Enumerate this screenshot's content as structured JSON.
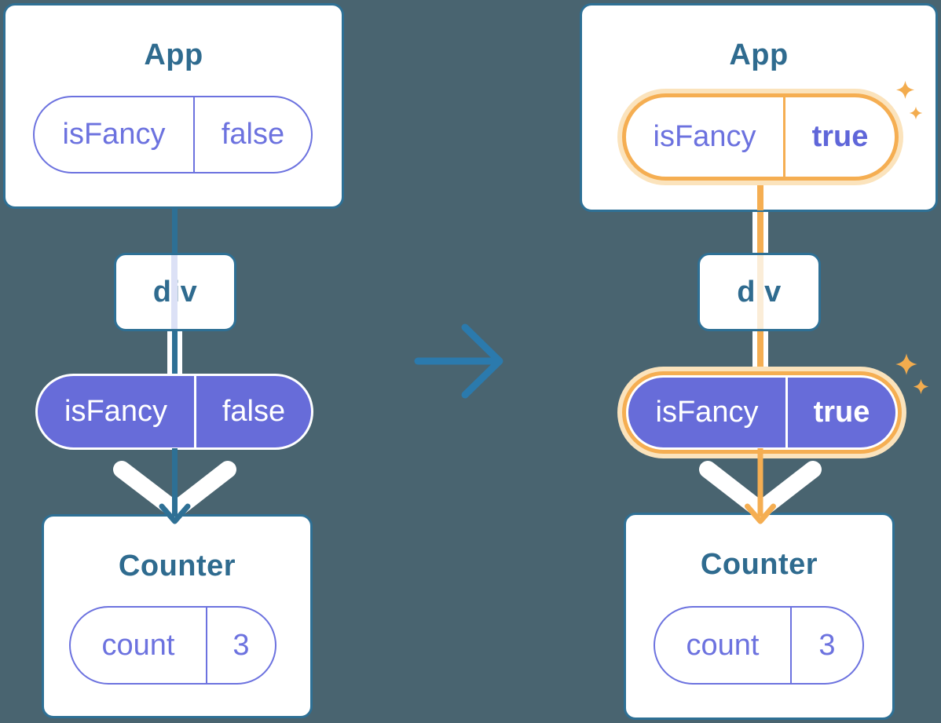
{
  "background_color": "#496470",
  "palette": {
    "card_fill": "#FFFFFF",
    "card_border_teal": "#2E7095",
    "label_teal": "#2F6B8F",
    "transition_arrow_blue": "#2B7AAD",
    "state_purple_fill": "#676CD9",
    "state_purple_text": "#6C72DF",
    "highlight_orange": "#F5AE52",
    "highlight_orange_glow": "#FBE3BC",
    "faint_line_through_card_left": "#DCE1F6",
    "faint_line_through_card_right": "#FBEDD8",
    "sparkle_orange": "#F3AC4E",
    "white": "#FFFFFF"
  },
  "icons": {
    "transition_arrow": "arrow-right-icon",
    "prop_flow_arrow": "chevron-down-arrow-icon",
    "sparkle": "sparkle-icon"
  },
  "left_tree": {
    "app_card": {
      "title": "App",
      "state_pill": {
        "name": "isFancy",
        "value": "false"
      }
    },
    "div_card": {
      "title": "div"
    },
    "prop_pill": {
      "name": "isFancy",
      "value": "false"
    },
    "counter_card": {
      "title": "Counter",
      "state_pill": {
        "name": "count",
        "value": "3"
      }
    }
  },
  "right_tree": {
    "app_card": {
      "title": "App",
      "state_pill": {
        "name": "isFancy",
        "value": "true"
      }
    },
    "div_card": {
      "title": "div"
    },
    "prop_pill": {
      "name": "isFancy",
      "value": "true"
    },
    "counter_card": {
      "title": "Counter",
      "state_pill": {
        "name": "count",
        "value": "3"
      }
    }
  }
}
